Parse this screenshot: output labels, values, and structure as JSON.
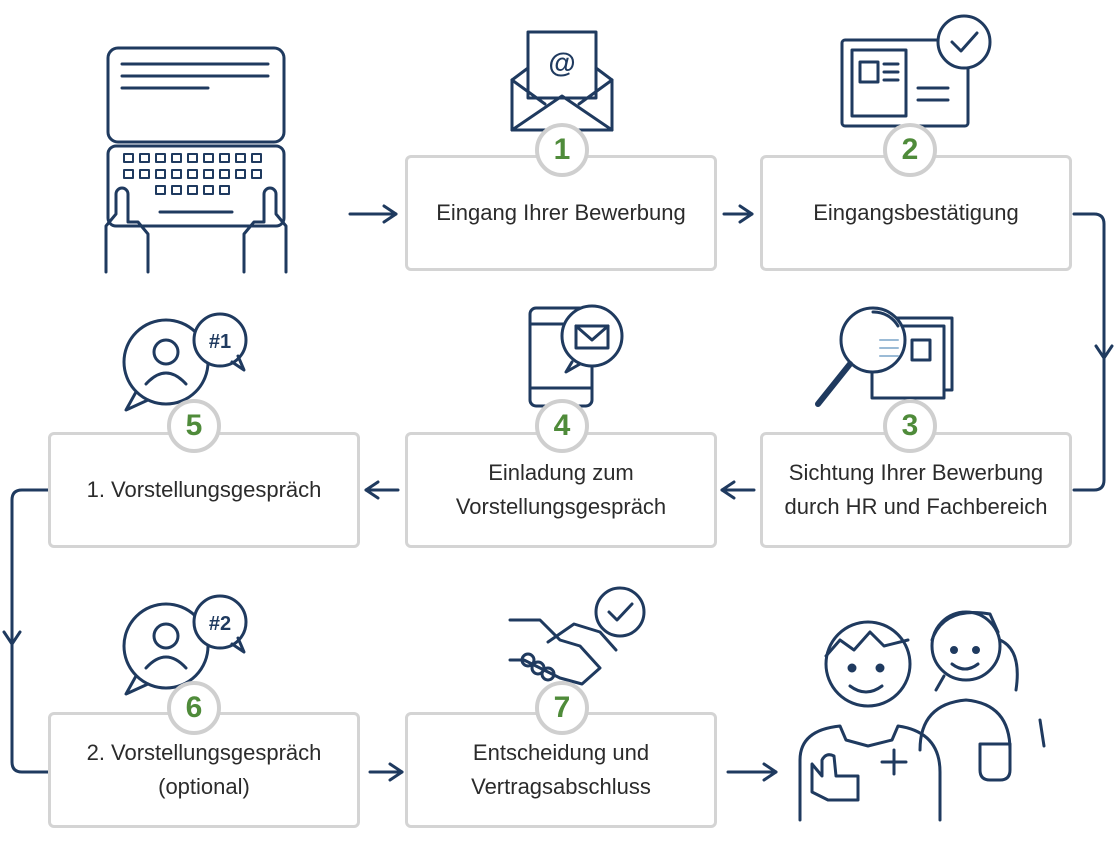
{
  "steps": [
    {
      "number": "1",
      "label": "Eingang Ihrer Bewerbung"
    },
    {
      "number": "2",
      "label": "Eingangsbestätigung"
    },
    {
      "number": "3",
      "label": "Sichtung Ihrer Bewerbung\ndurch HR und Fachbereich"
    },
    {
      "number": "4",
      "label": "Einladung zum\nVorstellungsgespräch"
    },
    {
      "number": "5",
      "label": "1. Vorstellungsgespräch"
    },
    {
      "number": "6",
      "label": "2. Vorstellungsgespräch\n(optional)"
    },
    {
      "number": "7",
      "label": "Entscheidung und\nVertragsabschluss"
    }
  ],
  "icons": {
    "interview1_tag": "#1",
    "interview2_tag": "#2",
    "email_symbol": "@"
  },
  "colors": {
    "icon_navy": "#1f3a5f",
    "accent_green": "#4f8b3a",
    "box_border": "#d4d4d4",
    "badge_border": "#cfcfcf"
  }
}
